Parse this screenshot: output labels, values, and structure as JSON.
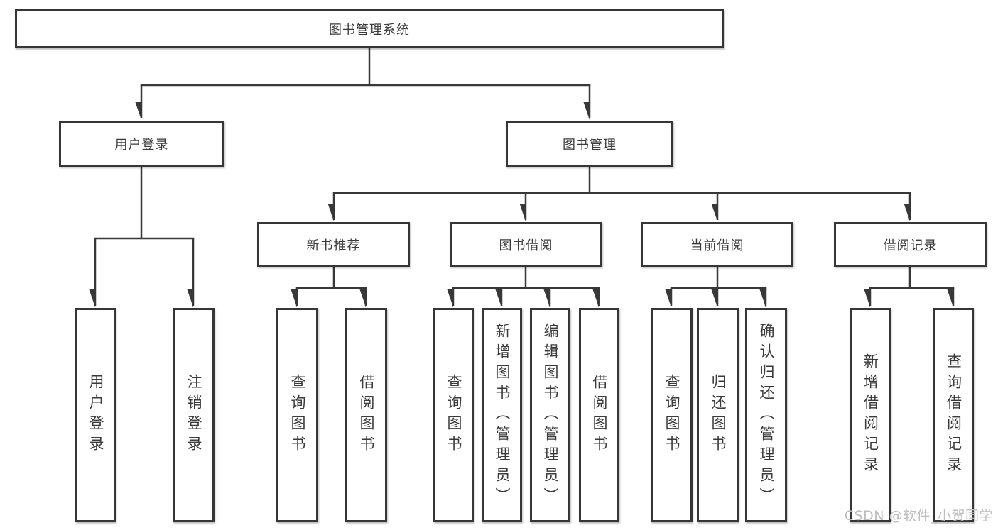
{
  "diagram_title": "图书管理系统",
  "nodes": {
    "root": {
      "label": "图书管理系统"
    },
    "user_login": {
      "label": "用户登录"
    },
    "book_mgmt": {
      "label": "图书管理"
    },
    "new_book_rec": {
      "label": "新书推荐"
    },
    "book_borrow": {
      "label": "图书借阅"
    },
    "current_borrow": {
      "label": "当前借阅"
    },
    "borrow_records": {
      "label": "借阅记录"
    },
    "ul_user_login": {
      "label": "用户登录"
    },
    "ul_logout": {
      "label": "注销登录"
    },
    "nb_query_books": {
      "label": "查询图书"
    },
    "nb_borrow_books": {
      "label": "借阅图书"
    },
    "bb_query_books": {
      "label": "查询图书"
    },
    "bb_add_books": {
      "label": "新增图书（管理员）"
    },
    "bb_edit_books": {
      "label": "编辑图书（管理员）"
    },
    "bb_borrow_books": {
      "label": "借阅图书"
    },
    "cb_query_books": {
      "label": "查询图书"
    },
    "cb_return_books": {
      "label": "归还图书"
    },
    "cb_confirm_return": {
      "label": "确认归还（管理员）"
    },
    "br_add_record": {
      "label": "新增借阅记录"
    },
    "br_query_record": {
      "label": "查询借阅记录"
    }
  },
  "hierarchy": {
    "图书管理系统": {
      "用户登录": [
        "用户登录",
        "注销登录"
      ],
      "图书管理": {
        "新书推荐": [
          "查询图书",
          "借阅图书"
        ],
        "图书借阅": [
          "查询图书",
          "新增图书（管理员）",
          "编辑图书（管理员）",
          "借阅图书"
        ],
        "当前借阅": [
          "查询图书",
          "归还图书",
          "确认归还（管理员）"
        ],
        "借阅记录": [
          "新增借阅记录",
          "查询借阅记录"
        ]
      }
    }
  },
  "watermark": {
    "text": "CSDN @软件_小贺同学"
  },
  "colors": {
    "line": "#383838",
    "border": "#363636",
    "text": "#3a3a3a",
    "watermark": "#bdbdbd",
    "background": "#ffffff"
  }
}
